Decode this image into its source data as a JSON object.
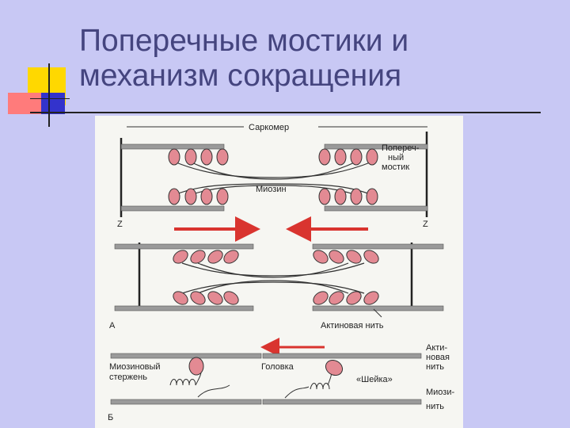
{
  "slide": {
    "title_line1": "Поперечные мостики и",
    "title_line2": "механизм сокращения"
  },
  "figure": {
    "sarcomere": "Саркомер",
    "cross_bridge_1": "Попереч-",
    "cross_bridge_2": "ный",
    "cross_bridge_3": "мостик",
    "myosin": "Миозин",
    "z_left": "Z",
    "z_right": "Z",
    "panel_a": "А",
    "actin_filament": "Актиновая нить",
    "panel_b": "Б",
    "myosin_rod_1": "Миозиновый",
    "myosin_rod_2": "стержень",
    "head": "Головка",
    "neck": "«Шейка»",
    "actin_1": "Акти-",
    "actin_2": "новая",
    "actin_3": "нить",
    "myosin_fil_1": "Миози-",
    "myosin_fil_2": "нить"
  },
  "colors": {
    "background": "#c8c8f4",
    "title": "#45457f",
    "head_fill": "#e38a93",
    "arrow": "#d9342f",
    "filament": "#8c8c8c",
    "deco_yellow": "#ffd800",
    "deco_red": "#ff6a6a",
    "deco_blue": "#3030c8"
  }
}
